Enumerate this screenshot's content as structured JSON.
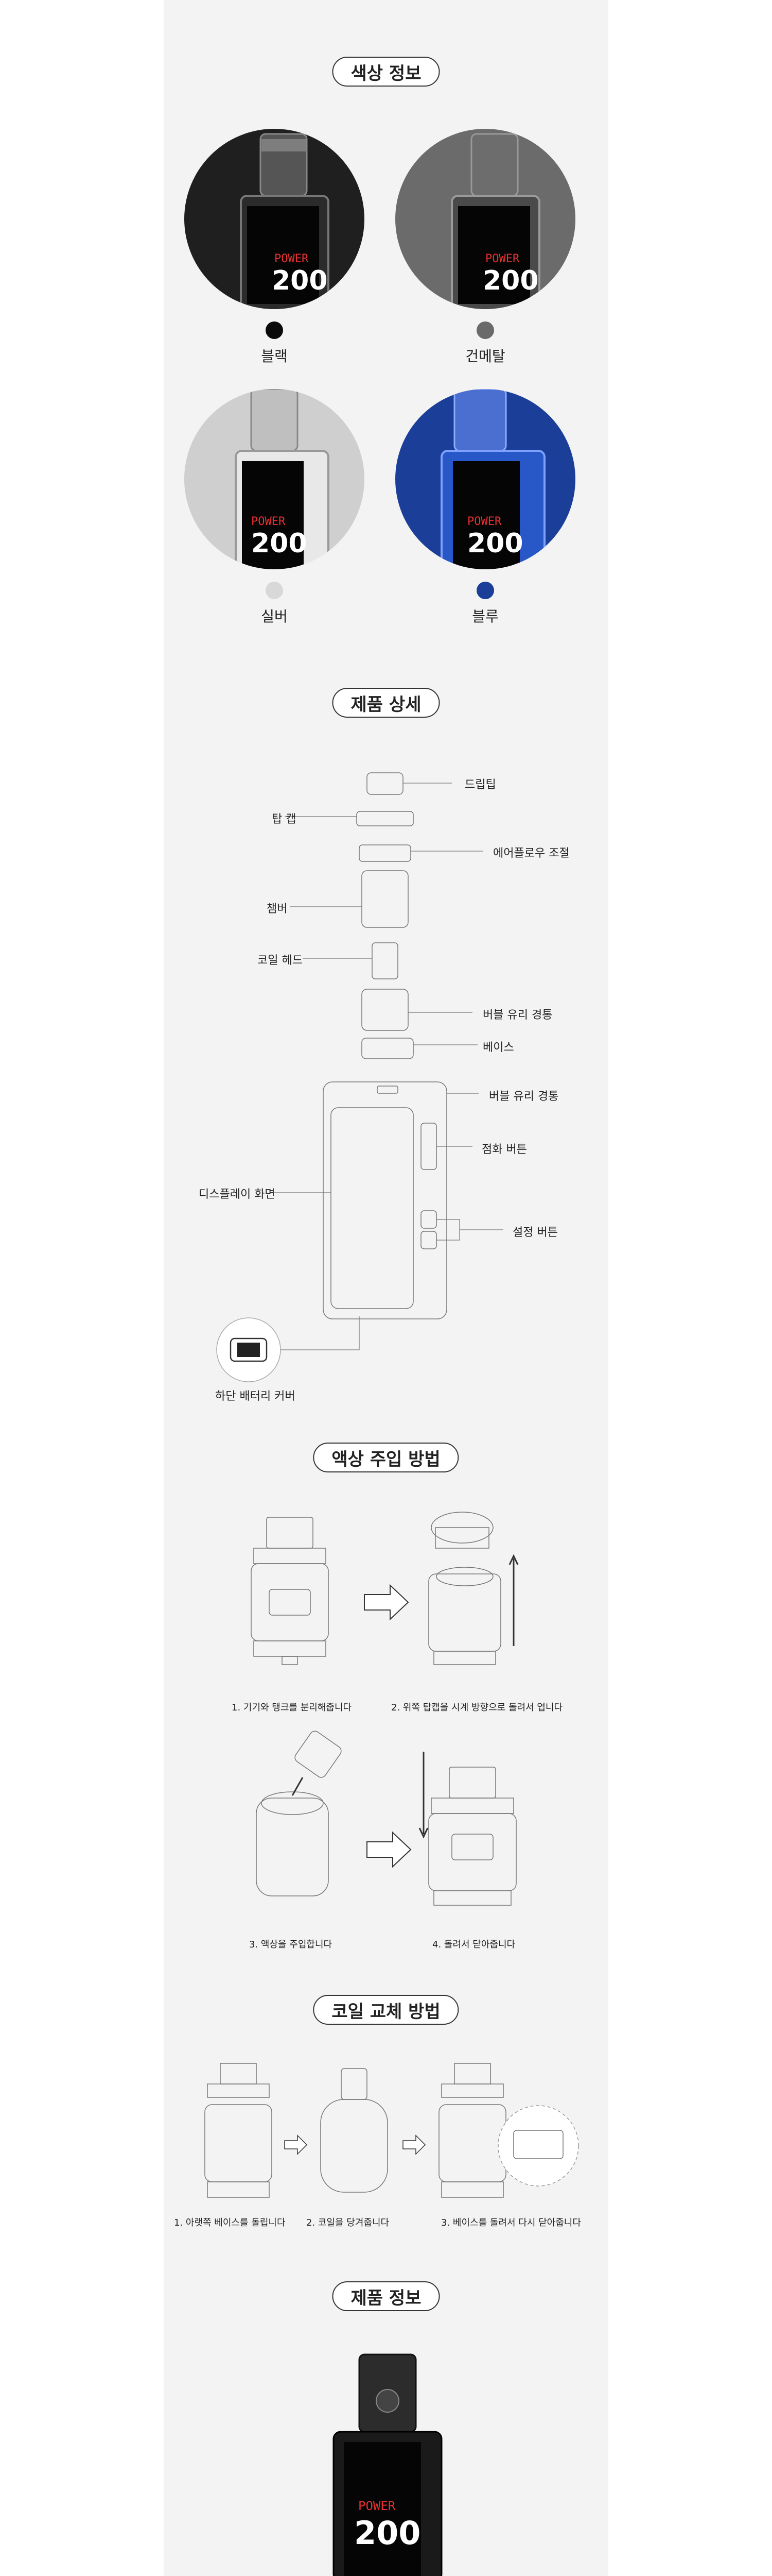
{
  "sections": {
    "colors": {
      "title": "색상 정보",
      "items": [
        {
          "name": "블랙",
          "swatch": "#0a0a0a",
          "bg": "#1f1f1f"
        },
        {
          "name": "건메탈",
          "swatch": "#6a6a6a",
          "bg": "#6b6b6b"
        },
        {
          "name": "실버",
          "swatch": "#d8d8d8",
          "bg": "#cfcfcf"
        },
        {
          "name": "블루",
          "swatch": "#1b3f98",
          "bg": "#1b3f98"
        }
      ],
      "screen_power": "POWER",
      "screen_value": "200"
    },
    "details": {
      "title": "제품 상세",
      "labels": {
        "drip_tip": "드립팁",
        "top_cap": "탑 캡",
        "airflow": "에어플로우 조절",
        "chamber": "챔버",
        "coil_head": "코일 헤드",
        "bubble_glass": "버블 유리 경통",
        "base": "베이스",
        "bubble_glass_2": "버블 유리 경통",
        "fire_button": "점화 버튼",
        "display": "디스플레이 화면",
        "settings_button": "설정 버튼",
        "battery_cover": "하단 배터리 커버"
      }
    },
    "fill": {
      "title": "액상 주입 방법",
      "steps": [
        "1. 기기와 탱크를 분리해줍니다",
        "2. 위쪽 탑캡을 시계 방향으로 돌려서 엽니다",
        "3. 액상을 주입합니다",
        "4. 돌려서 닫아줍니다"
      ]
    },
    "coil": {
      "title": "코일 교체 방법",
      "steps": [
        "1. 아랫쪽 베이스를 돌립니다",
        "2. 코일을 당겨줍니다",
        "3. 베이스를 돌려서 다시 닫아줍니다"
      ]
    },
    "info": {
      "title": "제품 정보",
      "screen_power": "POWER",
      "screen_value": "200"
    }
  }
}
